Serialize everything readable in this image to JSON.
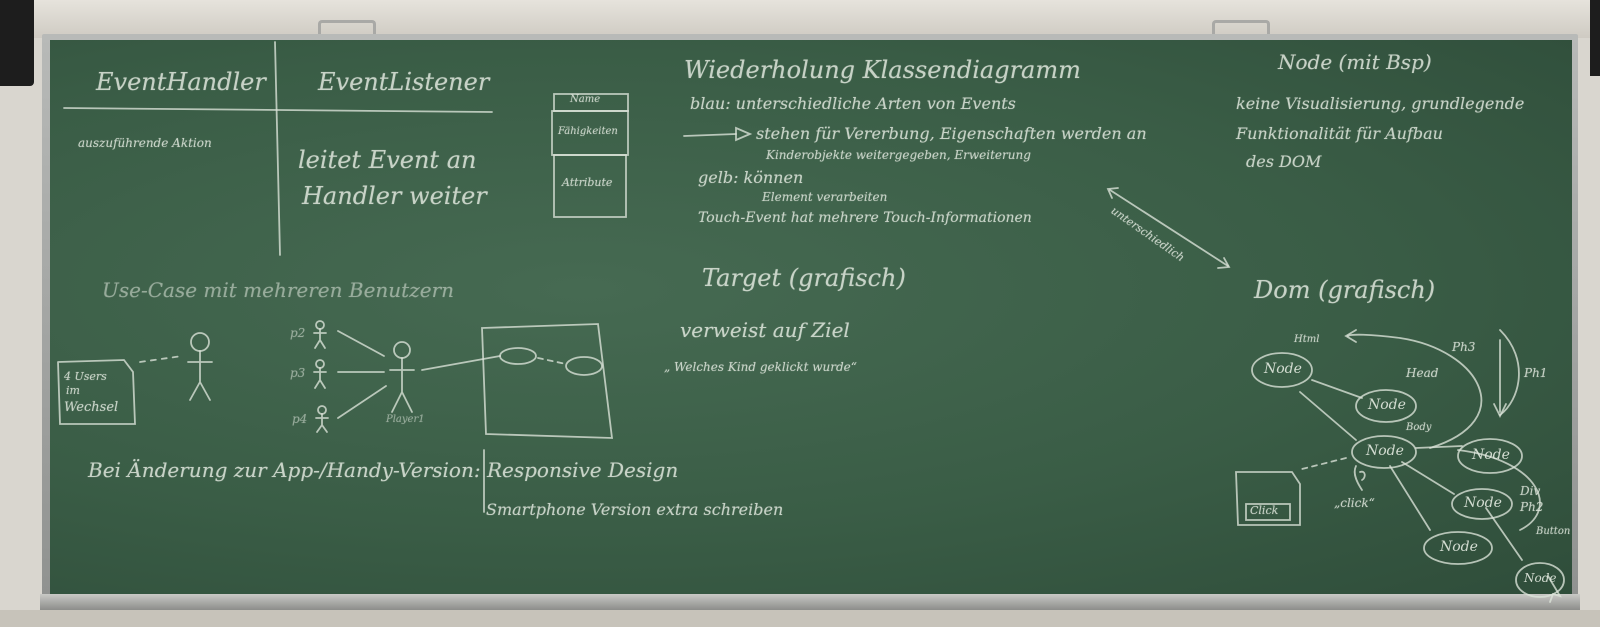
{
  "board": {
    "colors": {
      "board": "#3a5d46",
      "chalk": "#dfe6dc",
      "frame": "#a0a29f"
    },
    "table": {
      "col1_header": "EventHandler",
      "col2_header": "EventListener",
      "col1_text": "auszuführende Aktion",
      "col2_text_line1": "leitet Event an",
      "col2_text_line2": "Handler weiter"
    },
    "class_box": {
      "name": "Name",
      "faehigkeiten": "Fähigkeiten",
      "attribute": "Attribute"
    },
    "usecase": {
      "heading": "Use-Case mit mehreren Benutzern",
      "note": [
        "4 Users",
        "im",
        "Wechsel"
      ],
      "actors": [
        "p2",
        "p3",
        "p4"
      ],
      "player_label": "Player1"
    },
    "responsive": {
      "line1": "Bei Änderung zur App-/Handy-Version: Responsive Design",
      "line2": "Smartphone Version extra schreiben"
    },
    "klassendiagramm": {
      "heading": "Wiederholung Klassendiagramm",
      "blau": "blau: unterschiedliche Arten von Events",
      "pfeil": "stehen für Vererbung, Eigenschaften werden an",
      "pfeil2": "Kinderobjekte weitergegeben, Erweiterung",
      "gelb1": "gelb: können",
      "gelb2": "Element verarbeiten",
      "touch": "Touch-Event hat mehrere Touch-Informationen"
    },
    "target": {
      "heading": "Target (grafisch)",
      "line1": "verweist auf Ziel",
      "line2": "„ Welches Kind geklickt wurde“"
    },
    "node_section": {
      "heading": "Node (mit Bsp)",
      "line1": "keine Visualisierung, grundlegende",
      "line2": "Funktionalität für Aufbau",
      "line3": "des DOM",
      "arrow_label": "unterschiedlich"
    },
    "dom": {
      "heading": "Dom (grafisch)",
      "node_label": "Node",
      "labels": {
        "html": "Html",
        "head": "Head",
        "body": "Body",
        "div": "Div",
        "ph3": "Ph3",
        "ph2": "Ph2",
        "ph1": "Ph1",
        "button": "Button"
      },
      "click_box": "Click",
      "click_caption": "„click“"
    }
  }
}
